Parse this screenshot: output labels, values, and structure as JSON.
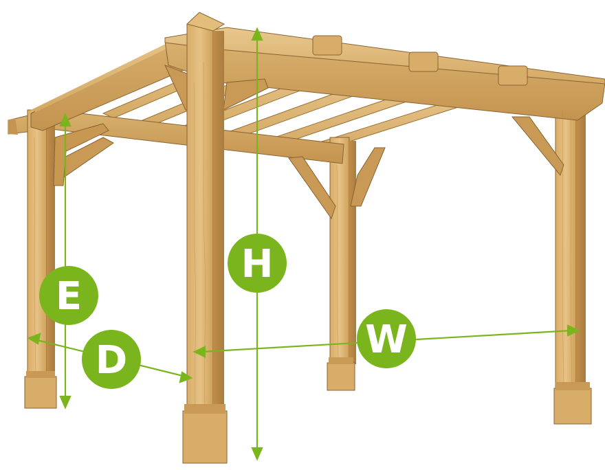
{
  "colors": {
    "accent": "#7ab51d",
    "accent_dark": "#5e9015",
    "wood_light": "#e2bd7c",
    "wood_mid": "#c99a55",
    "wood_dark": "#a67a3c",
    "wood_edge": "#8a6230",
    "background": "#ffffff"
  },
  "dimensions": {
    "height": {
      "label": "H"
    },
    "eave_height": {
      "label": "E"
    },
    "depth": {
      "label": "D"
    },
    "width": {
      "label": "W"
    }
  }
}
